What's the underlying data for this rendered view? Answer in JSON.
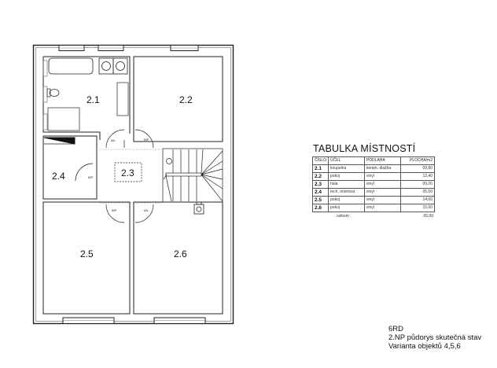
{
  "drawing": {
    "title": "2.NP půdorys skutečná stav",
    "rooms": [
      {
        "id": "2.1",
        "label": "2.1"
      },
      {
        "id": "2.2",
        "label": "2.2"
      },
      {
        "id": "2.3",
        "label": "2.3"
      },
      {
        "id": "2.4",
        "label": "2.4"
      },
      {
        "id": "2.5",
        "label": "2.5"
      },
      {
        "id": "2.6",
        "label": "2.6"
      }
    ],
    "doors": [
      {
        "label": "80L"
      },
      {
        "label": "80P"
      },
      {
        "label": "80P"
      },
      {
        "label": "80P"
      },
      {
        "label": "80L"
      }
    ],
    "fixtures": [
      "bathtub",
      "washing-machine",
      "dryer",
      "toilet",
      "shower",
      "counter",
      "staircase",
      "chimney",
      "technical-unit"
    ]
  },
  "table": {
    "title": "TABULKA MÍSTNOSTÍ",
    "headers": {
      "number": "ČÍSLO",
      "purpose": "ÚČEL",
      "floor": "PODLAHA",
      "area": "PLOCHA/m2"
    },
    "rows": [
      {
        "number": "2.1",
        "purpose": "koupelna",
        "floor": "keram. dlažba",
        "area": "09,80"
      },
      {
        "number": "2.2",
        "purpose": "pokoj",
        "floor": "vinyl",
        "area": "12,40"
      },
      {
        "number": "2.3",
        "purpose": "hala",
        "floor": "vinyl",
        "area": "09,20"
      },
      {
        "number": "2.4",
        "purpose": "tech. místnost",
        "floor": "vinyl",
        "area": "05,50"
      },
      {
        "number": "2.5",
        "purpose": "pokoj",
        "floor": "vinyl",
        "area": "14,00"
      },
      {
        "number": "2.6",
        "purpose": "pokoj",
        "floor": "vinyl",
        "area": "15,00"
      }
    ],
    "total_label": "celkem",
    "total_value": "65,90"
  },
  "caption": {
    "line1": "6RD",
    "line2": "2.NP půdorys skutečná stav",
    "line3": "Varianta objektů 4,5,6"
  },
  "colors": {
    "line": "#222222",
    "background": "#ffffff"
  }
}
